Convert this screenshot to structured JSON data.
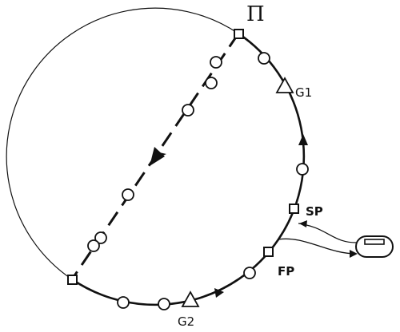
{
  "labels": {
    "pi": "Π",
    "g1": "G1",
    "g2": "G2",
    "sp": "SP",
    "fp": "FP"
  },
  "colors": {
    "stroke": "#111111",
    "background": "#ffffff"
  },
  "icons": {
    "vehicle": "vehicle-icon"
  }
}
